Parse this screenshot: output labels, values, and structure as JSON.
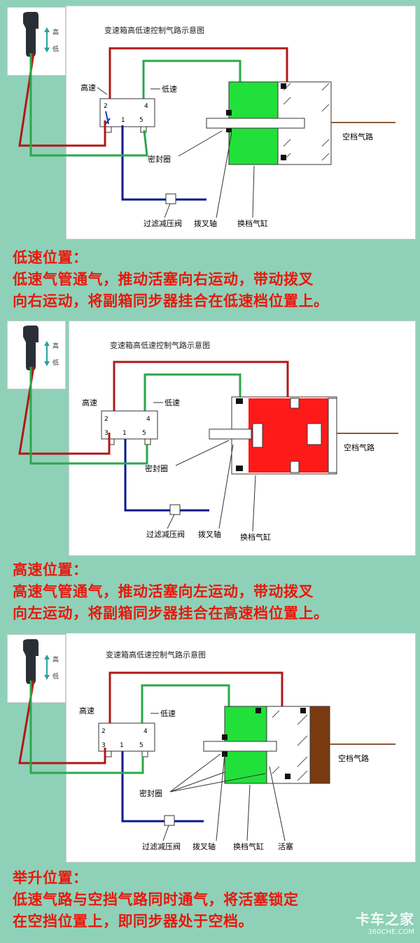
{
  "panels": [
    {
      "id": "low",
      "diagram_title": "变速箱高低速控制气路示意图",
      "labels": {
        "high": "高速",
        "low": "低速",
        "seal": "密封圈",
        "filter_valve": "过滤减压阀",
        "shift_fork": "拨叉轴",
        "cylinder": "换档气缸",
        "neutral": "空档气路"
      },
      "knob": {
        "high": "高",
        "low": "低"
      },
      "ports": {
        "p2": "2",
        "p4": "4",
        "p1": "1",
        "p5": "5"
      },
      "piston_color": "#22e03a",
      "caption": {
        "title": "低速位置：",
        "line1": "低速气管通气，推动活塞向右运动，带动拨叉",
        "line2": "向右运动，将副箱同步器挂合在低速档位置上。"
      }
    },
    {
      "id": "high",
      "diagram_title": "变速箱高低速控制气路示意图",
      "labels": {
        "high": "高速",
        "low": "低速",
        "seal": "密封圈",
        "filter_valve": "过滤减压阀",
        "shift_fork": "拨叉轴",
        "cylinder": "换档气缸",
        "neutral": "空档气路"
      },
      "knob": {
        "high": "高",
        "low": "低"
      },
      "ports": {
        "p2": "2",
        "p4": "4",
        "p3": "3",
        "p1": "1",
        "p5": "5"
      },
      "piston_color": "#ff1a1a",
      "caption": {
        "title": "高速位置：",
        "line1": "高速气管通气，推动活塞向左运动，带动拨叉",
        "line2": "向左运动，将副箱同步器挂合在高速档位置上。"
      }
    },
    {
      "id": "lift",
      "diagram_title": "变速箱高低速控制气路示意图",
      "labels": {
        "high": "高速",
        "low": "低速",
        "seal": "密封圈",
        "filter_valve": "过滤减压阀",
        "shift_fork": "拨叉轴",
        "cylinder": "换档气缸",
        "piston": "活塞",
        "neutral": "空档气路"
      },
      "knob": {
        "high": "高",
        "low": "低"
      },
      "ports": {
        "p2": "2",
        "p4": "4",
        "p3": "3",
        "p1": "1",
        "p5": "5"
      },
      "piston_color": "#22e03a",
      "brown_color": "#7a3b12",
      "caption": {
        "title": "举升位置：",
        "line1": "低速气路与空挡气路同时通气，将活塞锁定",
        "line2": "在空挡位置上，即同步器处于空档。"
      }
    }
  ],
  "colors": {
    "background": "#8fd1b8",
    "red_line": "#b01818",
    "green_line": "#2aa84a",
    "blue_line": "#0a1a8a",
    "caption": "#e8180c"
  },
  "watermark": {
    "brand": "卡车之家",
    "site": "360CHE.COM"
  }
}
